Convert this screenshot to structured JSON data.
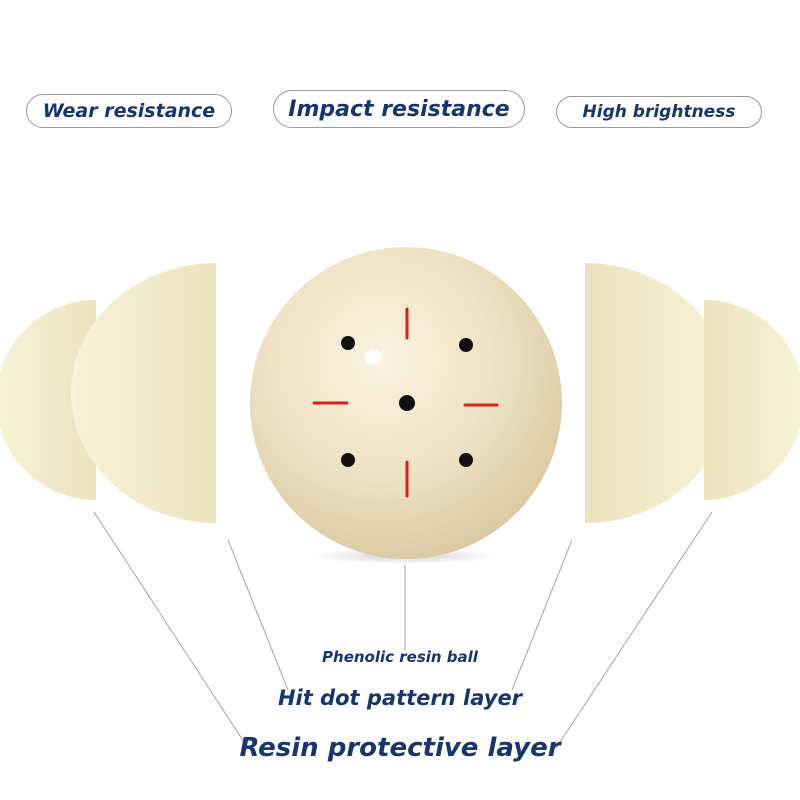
{
  "features": {
    "wear": "Wear resistance",
    "impact": "Impact resistance",
    "brightness": "High brightness"
  },
  "layers": {
    "core": "Phenolic resin ball",
    "dot_pattern": "Hit dot pattern layer",
    "protective": "Resin protective layer"
  },
  "colors": {
    "text": "#17356e",
    "ball": "#efe2c6",
    "shell": "#f2eccc",
    "dot": "#111111",
    "mark": "#d92020"
  }
}
